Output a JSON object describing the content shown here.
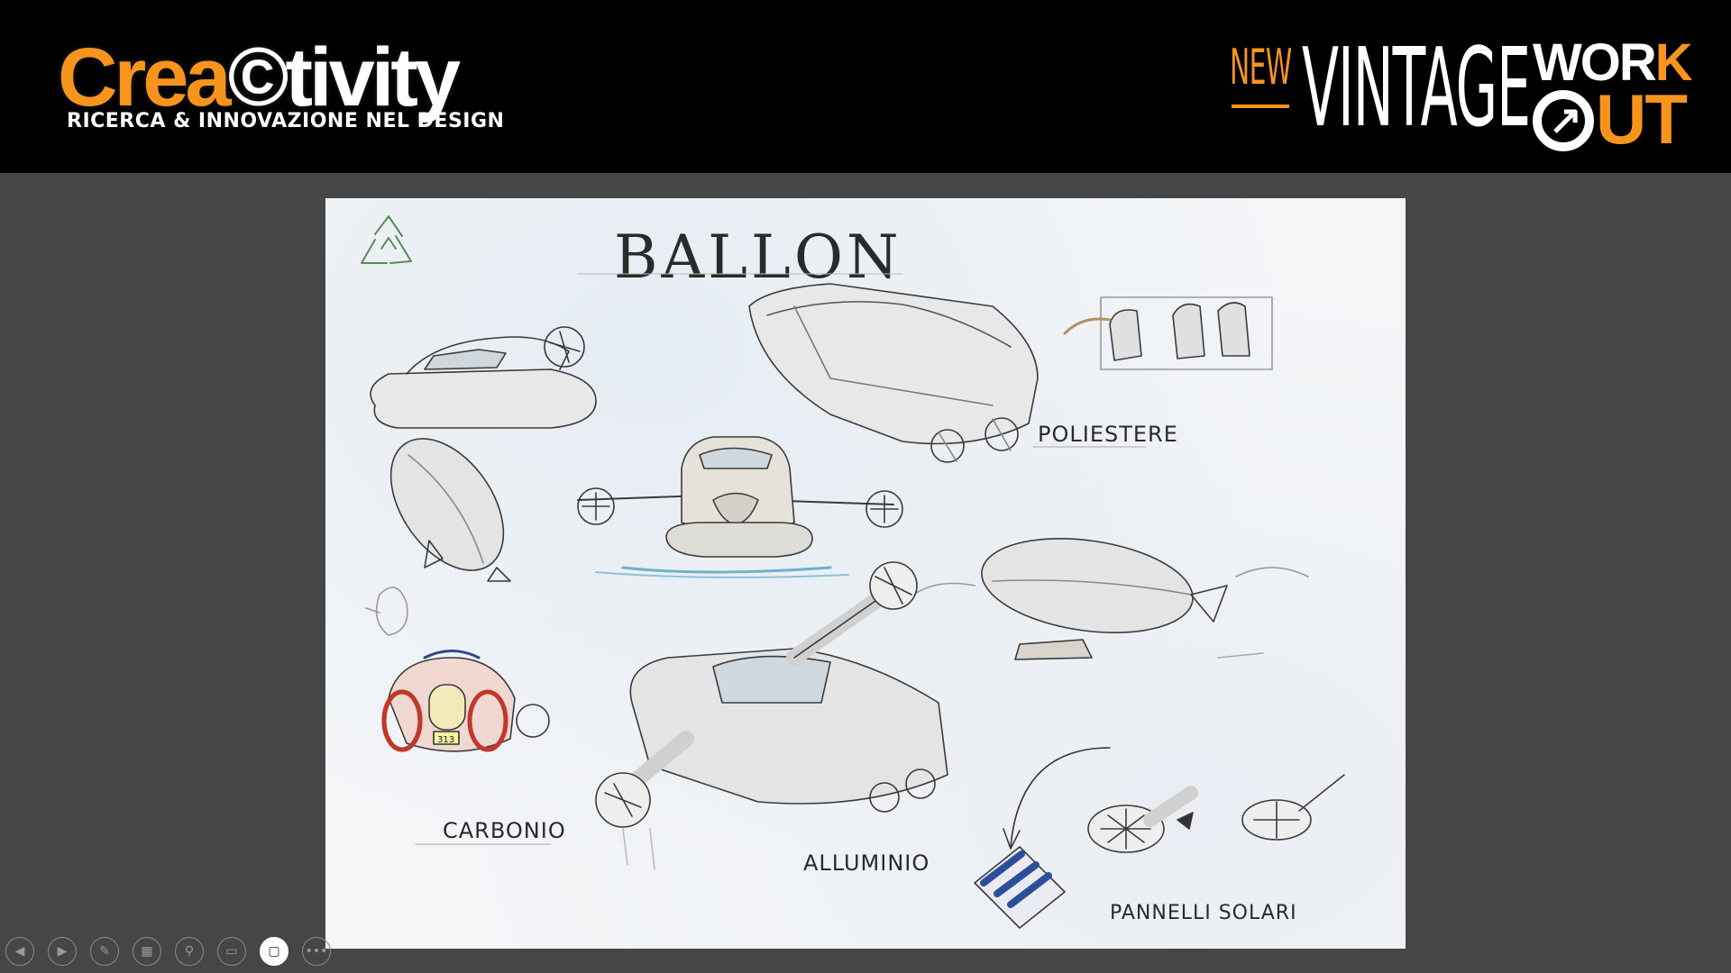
{
  "header": {
    "logo": {
      "word_part1": "Crea",
      "word_part2": "©tivity",
      "subtitle": "RICERCA & INNOVAZIONE NEL DESIGN"
    },
    "new_vintage": {
      "new": "NEW",
      "vintage": "VINTAGE"
    },
    "workout": {
      "work_w": "WOR",
      "work_k": "K",
      "out": "UT"
    }
  },
  "sketch": {
    "title": "BALLON",
    "labels": {
      "poliestere": "POLIESTERE",
      "carbonio": "CARBONIO",
      "alluminio": "ALLUMINIO",
      "pannelli": "PANNELLI SOLARI",
      "plate": "313"
    }
  },
  "controls": {
    "icons": [
      "previous-slide-icon",
      "next-slide-icon",
      "pen-icon",
      "see-all-slides-icon",
      "zoom-icon",
      "subtitles-icon",
      "camera-icon",
      "more-options-icon"
    ],
    "glyphs": [
      "◀",
      "▶",
      "✎",
      "▦",
      "⚲",
      "▭",
      "▢",
      "•••"
    ]
  },
  "colors": {
    "accent_orange": "#f7941d",
    "background": "#464646",
    "header_bg": "#000000"
  }
}
